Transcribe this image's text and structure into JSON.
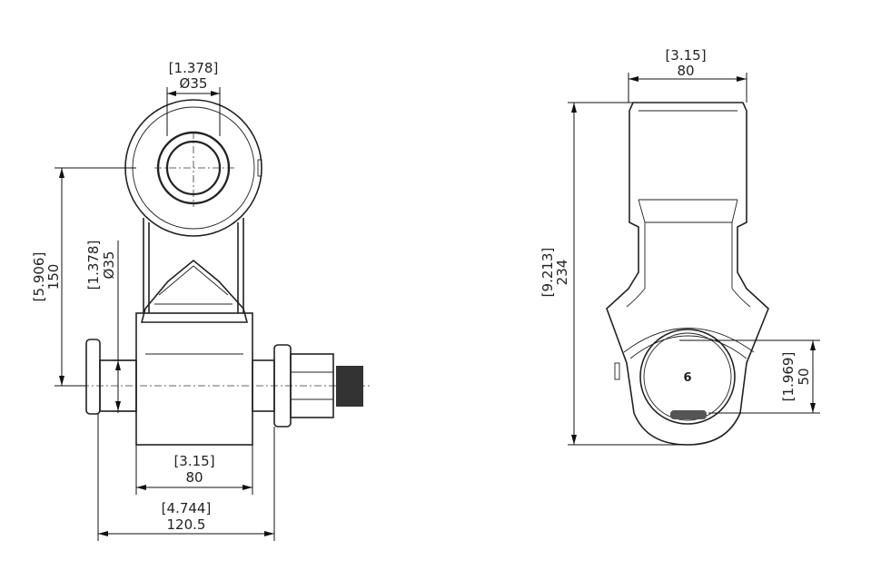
{
  "left_view": {
    "top_bore": {
      "inch": "[1.378]",
      "mm": "Ø35"
    },
    "height": {
      "inch": "[5.906]",
      "mm": "150"
    },
    "pin_dia": {
      "inch": "[1.378]",
      "mm": "Ø35"
    },
    "body_width": {
      "inch": "[3.15]",
      "mm": "80"
    },
    "overall_width": {
      "inch": "[4.744]",
      "mm": "120.5"
    }
  },
  "right_view": {
    "width": {
      "inch": "[3.15]",
      "mm": "80"
    },
    "height": {
      "inch": "[9.213]",
      "mm": "234"
    },
    "loop": {
      "inch": "[1.969]",
      "mm": "50"
    },
    "part_label": "6"
  }
}
